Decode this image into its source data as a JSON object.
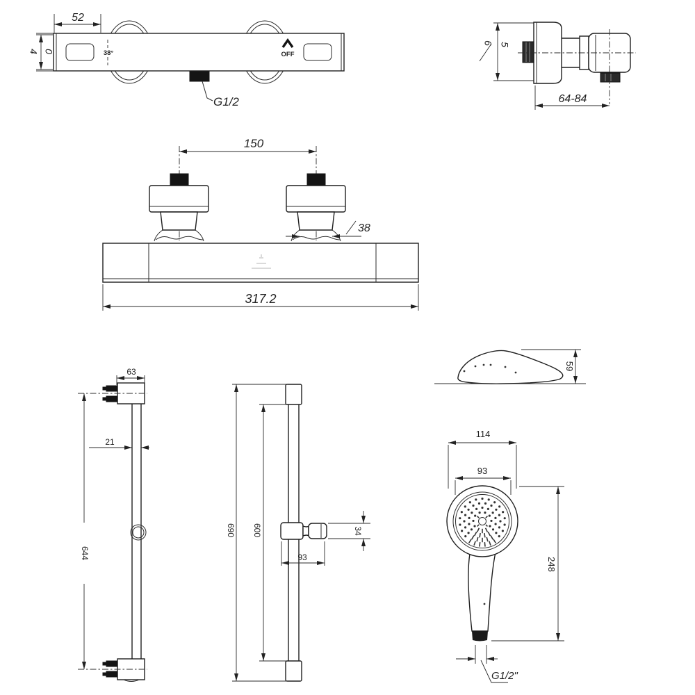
{
  "colors": {
    "line": "#1f1f1f",
    "black_fill": "#141414",
    "watermark": "#dadada"
  },
  "icons": {
    "off_arrow": "chevron-up-icon",
    "temp_marks": "dashed-tick-icon"
  },
  "thermostat_front": {
    "dim_cap_width": "52",
    "height_digit_1": "4",
    "height_digit_2": "0",
    "temp_label": "38°",
    "off_label": "OFF",
    "outlet_thread": "G1/2"
  },
  "thermostat_side": {
    "plate_digit_1": "6",
    "plate_digit_2": "5",
    "dim_projection": "64-84"
  },
  "thermostat_top": {
    "dim_centers": "150",
    "dim_union": "38",
    "dim_overall": "317.2"
  },
  "rail_side": {
    "dim_bracket_depth": "63",
    "dim_tube": "21",
    "dim_bracket_centers": "644"
  },
  "rail_front": {
    "dim_overall": "690",
    "dim_tube_length": "600",
    "dim_holder_width": "93",
    "dim_holder_height": "34"
  },
  "handshower_side": {
    "dim_head_height": "59"
  },
  "handshower_front": {
    "dim_head_width": "114",
    "dim_face": "93",
    "dim_length": "248",
    "thread_label": "G1/2\""
  }
}
